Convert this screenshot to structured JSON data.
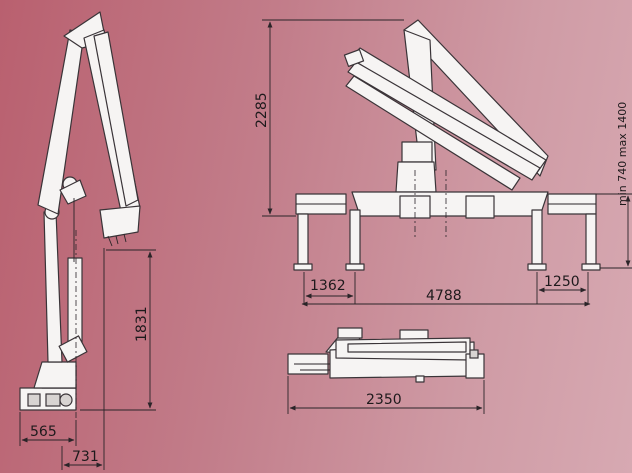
{
  "dimensions": {
    "side_height": "1831",
    "side_base_width": "565",
    "side_reach": "731",
    "front_height": "2285",
    "front_outrigger_height": "min 740 max 1400",
    "front_left_offset": "1362",
    "front_span": "4788",
    "front_right_offset": "1250",
    "top_length": "2350"
  },
  "colors": {
    "background_start": "#b9606f",
    "background_end": "#d7a9b2",
    "part_fill": "#f6f4f3",
    "line": "#3a3438"
  }
}
